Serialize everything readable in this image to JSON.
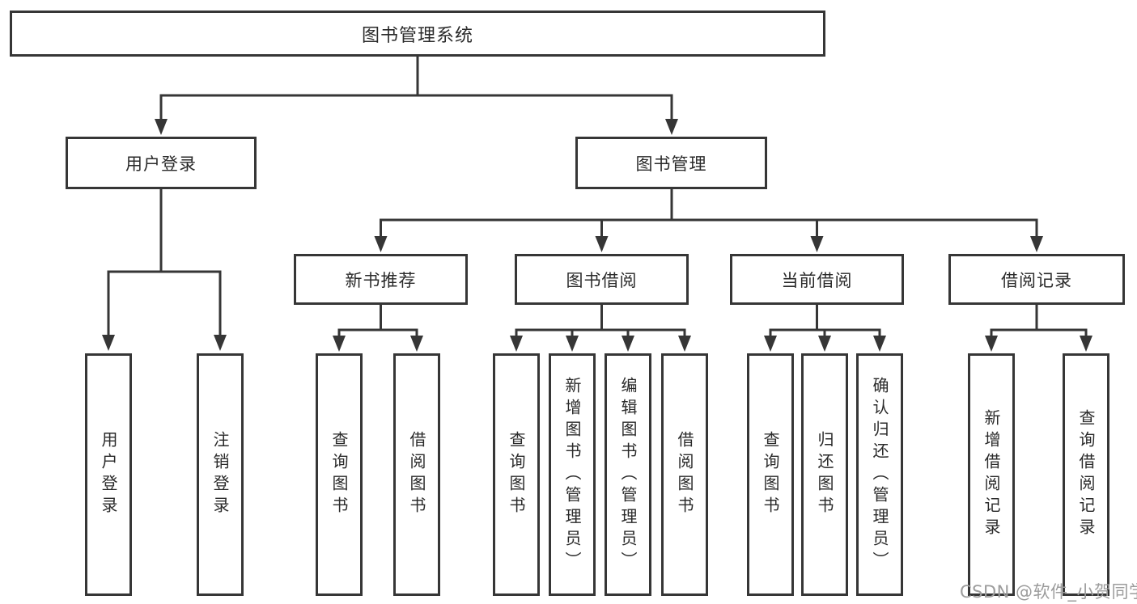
{
  "diagram": {
    "root": {
      "label": "图书管理系统",
      "children": [
        {
          "label": "用户登录",
          "children": [
            {
              "label": "用户登录"
            },
            {
              "label": "注销登录"
            }
          ]
        },
        {
          "label": "图书管理",
          "children": [
            {
              "label": "新书推荐",
              "children": [
                {
                  "label": "查询图书"
                },
                {
                  "label": "借阅图书"
                }
              ]
            },
            {
              "label": "图书借阅",
              "children": [
                {
                  "label": "查询图书"
                },
                {
                  "label": "新增图书（管理员）"
                },
                {
                  "label": "编辑图书（管理员）"
                },
                {
                  "label": "借阅图书"
                }
              ]
            },
            {
              "label": "当前借阅",
              "children": [
                {
                  "label": "查询图书"
                },
                {
                  "label": "归还图书"
                },
                {
                  "label": "确认归还（管理员）"
                }
              ]
            },
            {
              "label": "借阅记录",
              "children": [
                {
                  "label": "新增借阅记录"
                },
                {
                  "label": "查询借阅记录"
                }
              ]
            }
          ]
        }
      ]
    }
  },
  "watermark": {
    "text": "CSDN @软件_小贺同学"
  },
  "colors": {
    "line": "#363636",
    "text": "#2a2a2a",
    "background": "#ffffff",
    "watermark": "#9c9c9c"
  }
}
